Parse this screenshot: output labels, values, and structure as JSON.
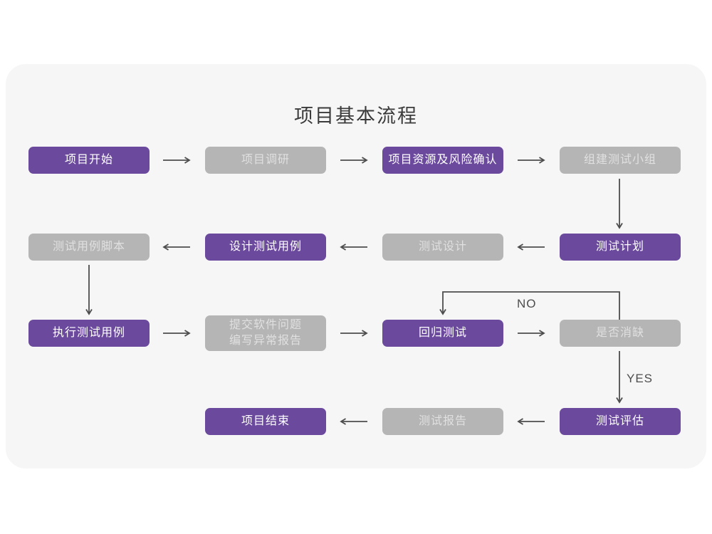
{
  "title": "项目基本流程",
  "colors": {
    "purple": "#6b4a9e",
    "gray": "#b5b5b5",
    "gray_text": "#e0e0e0",
    "card_bg": "#f6f6f6",
    "arrow": "#4d4d4d",
    "title_text": "#3b3b3b"
  },
  "nodes": [
    {
      "label": "项目开始",
      "variant": "purple"
    },
    {
      "label": "项目调研",
      "variant": "gray"
    },
    {
      "label": "项目资源及风险确认",
      "variant": "purple"
    },
    {
      "label": "组建测试小组",
      "variant": "gray"
    },
    {
      "label": "测试用例脚本",
      "variant": "gray"
    },
    {
      "label": "设计测试用例",
      "variant": "purple"
    },
    {
      "label": "测试设计",
      "variant": "gray"
    },
    {
      "label": "测试计划",
      "variant": "purple"
    },
    {
      "label": "执行测试用例",
      "variant": "purple"
    },
    {
      "label": "提交软件问题\n编写异常报告",
      "variant": "gray"
    },
    {
      "label": "回归测试",
      "variant": "purple"
    },
    {
      "label": "是否消缺",
      "variant": "gray"
    },
    {
      "label": "项目结束",
      "variant": "purple"
    },
    {
      "label": "测试报告",
      "variant": "gray"
    },
    {
      "label": "测试评估",
      "variant": "purple"
    }
  ],
  "edge_labels": {
    "no": "NO",
    "yes": "YES"
  }
}
